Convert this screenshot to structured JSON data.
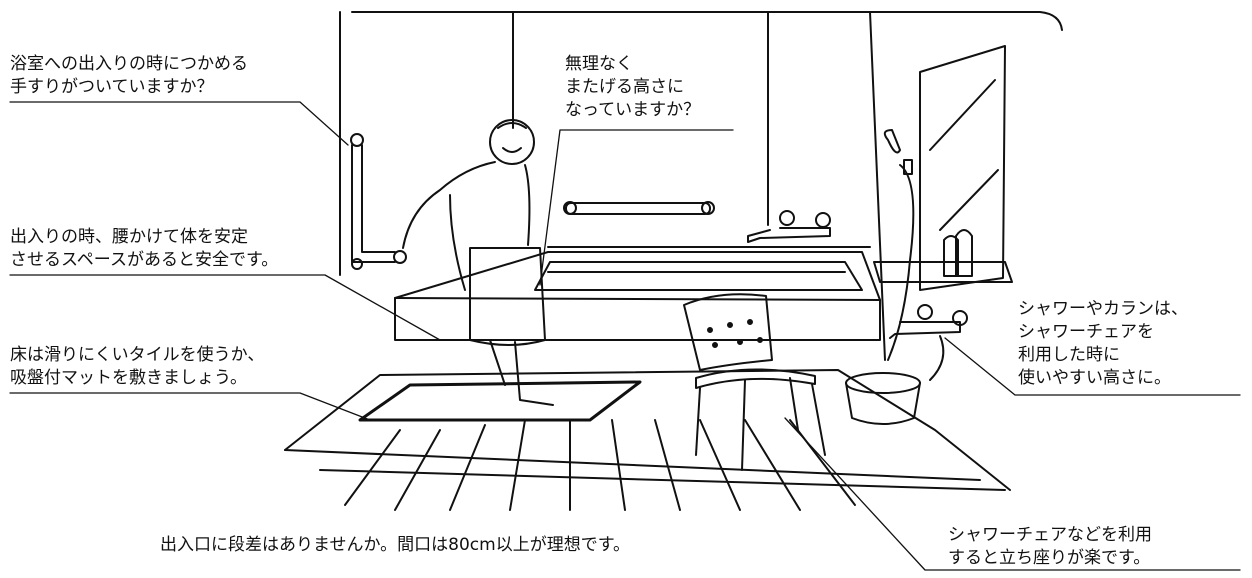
{
  "callouts": {
    "handrail": {
      "lines": [
        "浴室への出入りの時につかめる",
        "手すりがついていますか？"
      ]
    },
    "step_height": {
      "lines": [
        "無理なく",
        "またげる高さに",
        "なっていますか？"
      ]
    },
    "seat_space": {
      "lines": [
        "出入りの時、腰かけて体を安定",
        "させるスペースがあると安全です。"
      ]
    },
    "floor": {
      "lines": [
        "床は滑りにくいタイルを使うか、",
        "吸盤付マットを敷きましょう。"
      ]
    },
    "faucet": {
      "lines": [
        "シャワーやカランは、",
        "シャワーチェアを",
        "利用した時に",
        "使いやすい高さに。"
      ]
    },
    "entrance": {
      "lines": [
        "出入口に段差はありませんか。間口は80cm以上が理想です。"
      ]
    },
    "chair": {
      "lines": [
        "シャワーチェアなどを利用",
        "すると立ち座りが楽です。"
      ]
    }
  }
}
